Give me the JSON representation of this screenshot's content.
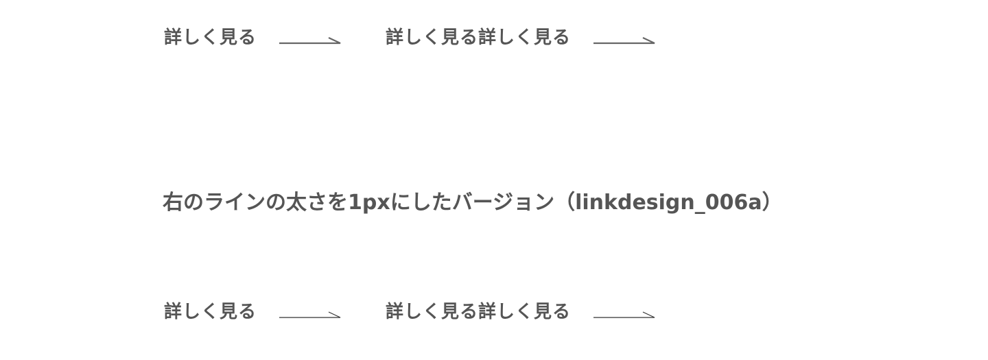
{
  "section_top": {
    "links": [
      {
        "label": "詳しく見る",
        "arrow": "long-right-arrow-icon"
      },
      {
        "label": "詳しく見る詳しく見る",
        "arrow": "long-right-arrow-icon"
      }
    ]
  },
  "section_bottom": {
    "heading": "右のラインの太さを1pxにしたバージョン（linkdesign_006a）",
    "links": [
      {
        "label": "詳しく見る",
        "arrow": "long-right-arrow-icon"
      },
      {
        "label": "詳しく見る詳しく見る",
        "arrow": "long-right-arrow-icon"
      }
    ]
  },
  "colors": {
    "text": "#555555",
    "arrow_top": "#666666",
    "arrow_bottom": "#333333",
    "background": "#ffffff"
  }
}
